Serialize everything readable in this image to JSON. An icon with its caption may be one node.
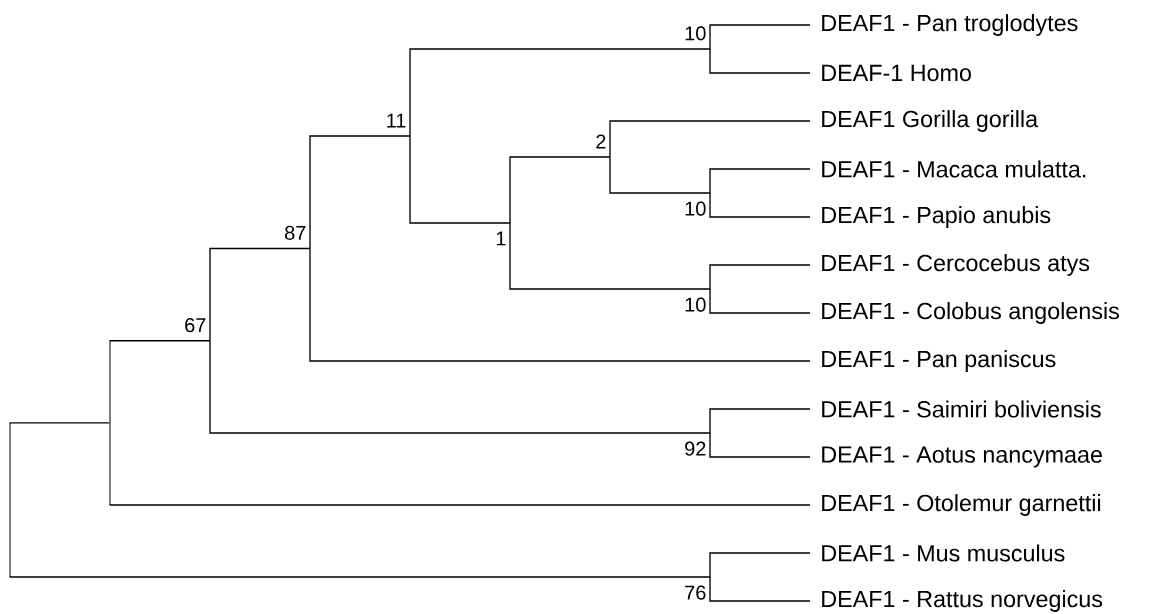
{
  "diagram": {
    "nodes": [
      {
        "text": [],
        "shape": "bar"
      },
      {
        "text": [],
        "shape": "bar"
      },
      {
        "text": [
          "67"
        ]
      },
      {
        "text": [
          "87"
        ]
      },
      {
        "text": [
          "11"
        ]
      },
      {
        "text": [
          "10"
        ]
      },
      {
        "text": [
          "DEAF1 - Pan troglodytes"
        ]
      },
      {
        "text": [
          "DEAF-1 Homo"
        ]
      },
      {
        "text": [
          "1"
        ]
      },
      {
        "text": [
          "2"
        ]
      },
      {
        "text": [
          "DEAF1 Gorilla gorilla"
        ]
      },
      {
        "text": [
          "10"
        ]
      },
      {
        "text": [
          "DEAF1 - Macaca mulatta."
        ]
      },
      {
        "text": [
          "DEAF1 - Papio anubis"
        ]
      },
      {
        "text": [
          "10"
        ]
      },
      {
        "text": [
          "DEAF1 - Cercocebus atys"
        ]
      },
      {
        "text": [
          "DEAF1 - Colobus angolensis"
        ]
      },
      {
        "text": [
          "DEAF1 - Pan paniscus"
        ]
      },
      {
        "text": [
          "92"
        ]
      },
      {
        "text": [
          "DEAF1 - Saimiri boliviensis"
        ]
      },
      {
        "text": [
          "DEAF1 - Aotus nancymaae"
        ]
      },
      {
        "text": [
          "DEAF1 - Otolemur garnettii"
        ]
      },
      {
        "text": [
          "76"
        ]
      },
      {
        "text": [
          "DEAF1 - Mus musculus"
        ]
      },
      {
        "text": [
          "DEAF1 - Rattus norvegicus"
        ]
      }
    ],
    "edges": [
      {
        "from": 0,
        "to": 1,
        "arrow": "none"
      },
      {
        "from": 0,
        "to": 22,
        "arrow": "none"
      },
      {
        "from": 1,
        "to": 2,
        "arrow": "none"
      },
      {
        "from": 1,
        "to": 21,
        "arrow": "none"
      },
      {
        "from": 2,
        "to": 3,
        "arrow": "none"
      },
      {
        "from": 2,
        "to": 18,
        "arrow": "none"
      },
      {
        "from": 3,
        "to": 4,
        "arrow": "none"
      },
      {
        "from": 3,
        "to": 17,
        "arrow": "none"
      },
      {
        "from": 4,
        "to": 5,
        "arrow": "none"
      },
      {
        "from": 4,
        "to": 8,
        "arrow": "none"
      },
      {
        "from": 5,
        "to": 6,
        "arrow": "none"
      },
      {
        "from": 5,
        "to": 7,
        "arrow": "none"
      },
      {
        "from": 8,
        "to": 9,
        "arrow": "none"
      },
      {
        "from": 8,
        "to": 14,
        "arrow": "none"
      },
      {
        "from": 9,
        "to": 10,
        "arrow": "none"
      },
      {
        "from": 9,
        "to": 11,
        "arrow": "none"
      },
      {
        "from": 11,
        "to": 12,
        "arrow": "none"
      },
      {
        "from": 11,
        "to": 13,
        "arrow": "none"
      },
      {
        "from": 14,
        "to": 15,
        "arrow": "none"
      },
      {
        "from": 14,
        "to": 16,
        "arrow": "none"
      },
      {
        "from": 18,
        "to": 19,
        "arrow": "none"
      },
      {
        "from": 18,
        "to": 20,
        "arrow": "none"
      },
      {
        "from": 22,
        "to": 23,
        "arrow": "none"
      },
      {
        "from": 22,
        "to": 24,
        "arrow": "none"
      }
    ]
  }
}
